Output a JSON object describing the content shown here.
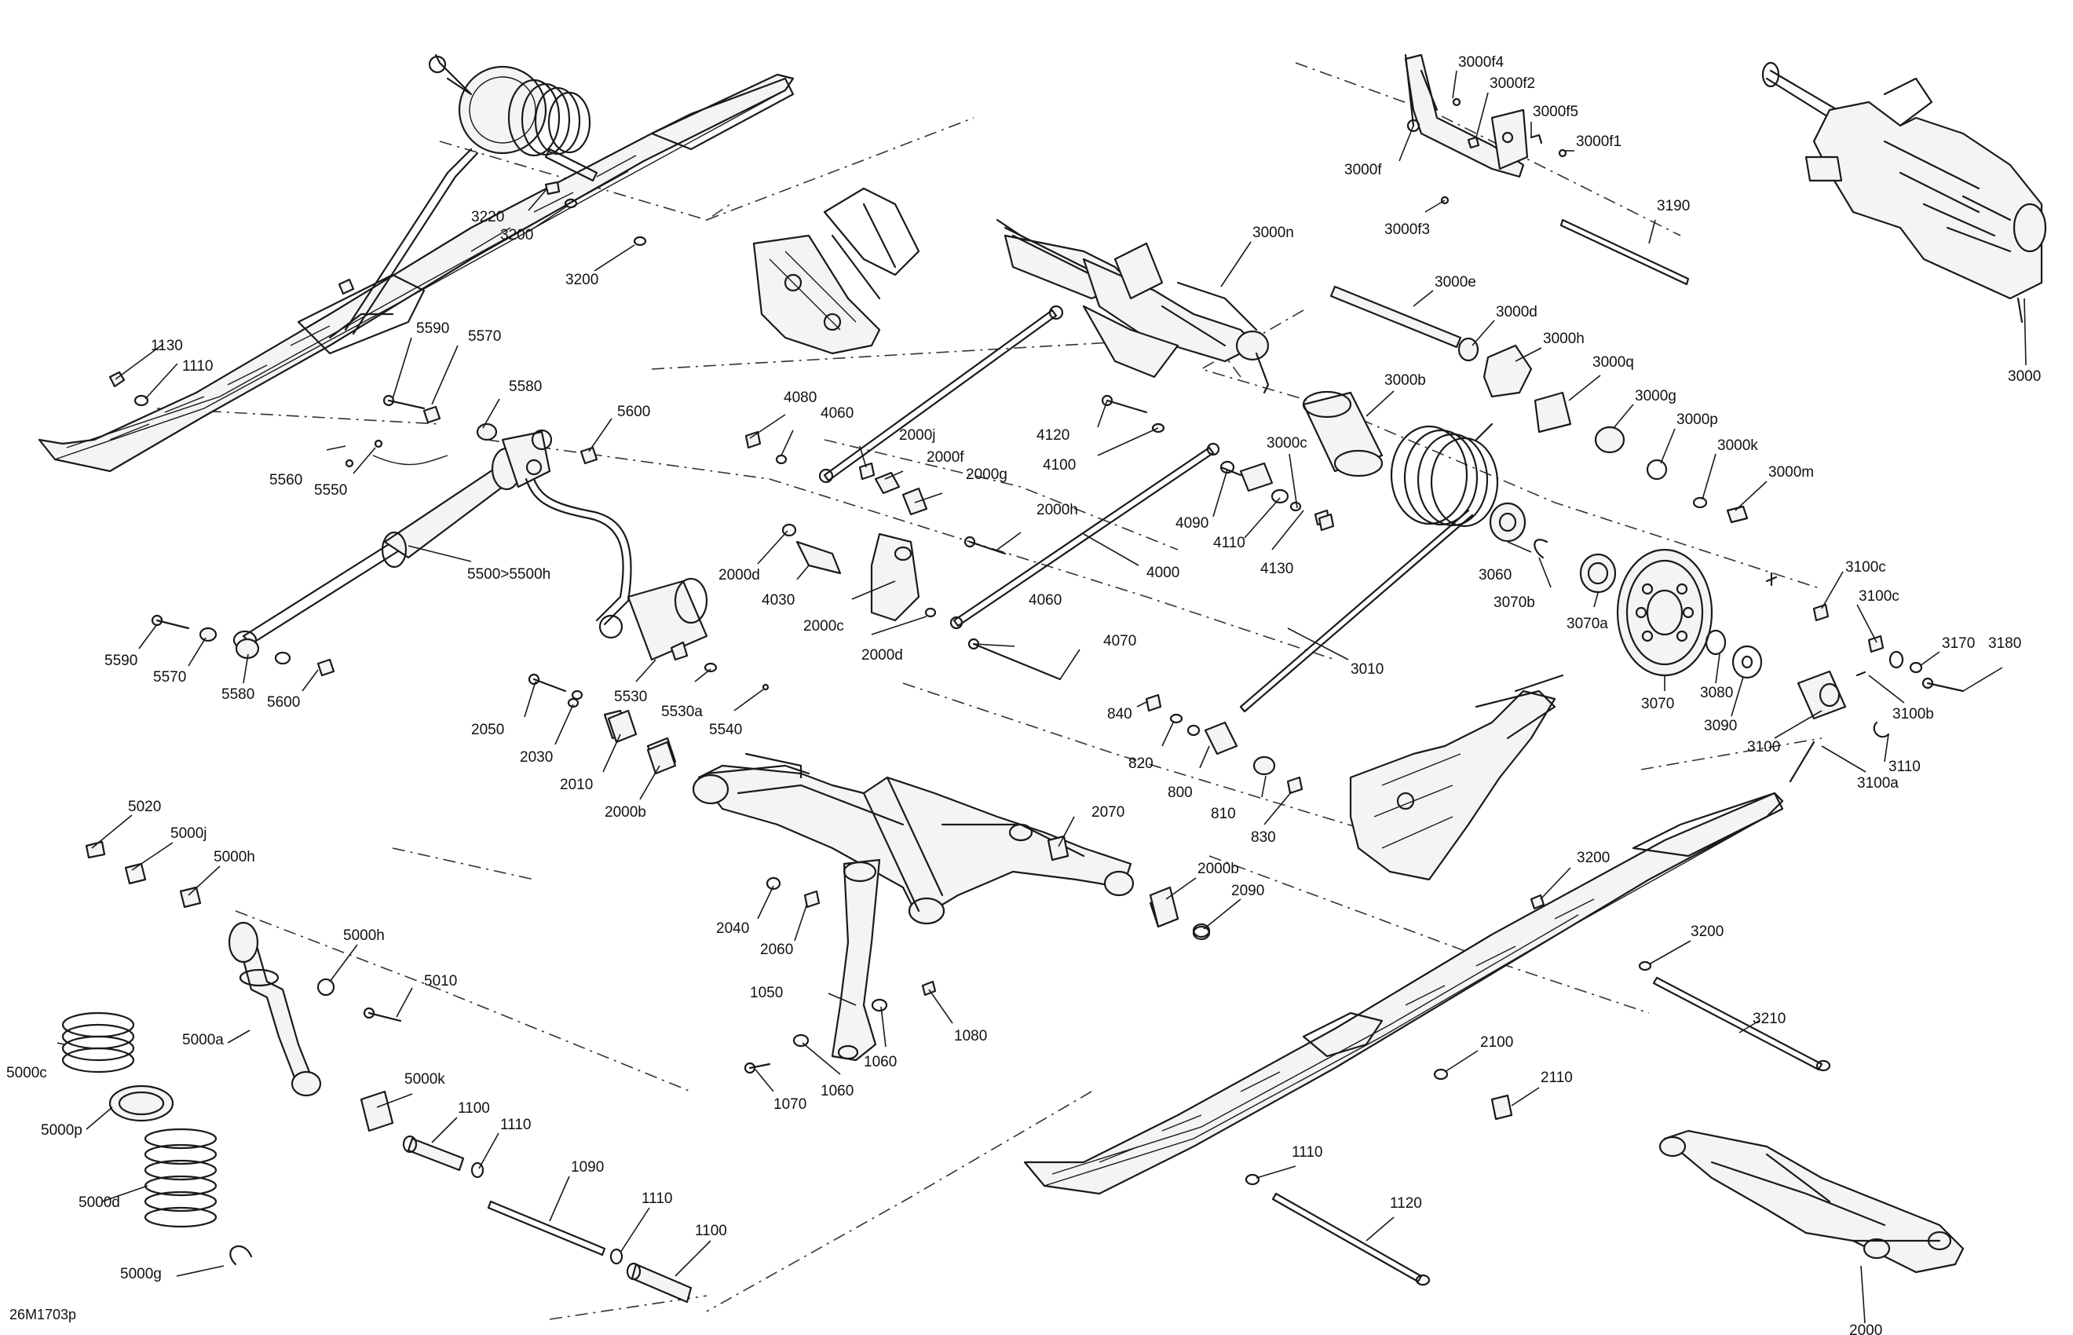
{
  "figure": {
    "reference_code": "26M1703p"
  },
  "labels": [
    {
      "id": "l3220",
      "text": "3220"
    },
    {
      "id": "l3200a",
      "text": "3200"
    },
    {
      "id": "l3200b",
      "text": "3200"
    },
    {
      "id": "l1130",
      "text": "1130"
    },
    {
      "id": "l1110a",
      "text": "1110"
    },
    {
      "id": "l5590a",
      "text": "5590"
    },
    {
      "id": "l5570a",
      "text": "5570"
    },
    {
      "id": "l5580a",
      "text": "5580"
    },
    {
      "id": "l5600a",
      "text": "5600"
    },
    {
      "id": "l5560",
      "text": "5560"
    },
    {
      "id": "l5550",
      "text": "5550"
    },
    {
      "id": "l5500",
      "text": "5500>5500h"
    },
    {
      "id": "l5590b",
      "text": "5590"
    },
    {
      "id": "l5570b",
      "text": "5570"
    },
    {
      "id": "l5580b",
      "text": "5580"
    },
    {
      "id": "l5600b",
      "text": "5600"
    },
    {
      "id": "l5530",
      "text": "5530"
    },
    {
      "id": "l5530a",
      "text": "5530a"
    },
    {
      "id": "l5540",
      "text": "5540"
    },
    {
      "id": "l4080",
      "text": "4080"
    },
    {
      "id": "l4060a",
      "text": "4060"
    },
    {
      "id": "l2000j",
      "text": "2000j"
    },
    {
      "id": "l2000f",
      "text": "2000f"
    },
    {
      "id": "l2000g",
      "text": "2000g"
    },
    {
      "id": "l2000d1",
      "text": "2000d"
    },
    {
      "id": "l4030",
      "text": "4030"
    },
    {
      "id": "l2000c",
      "text": "2000c"
    },
    {
      "id": "l2000d2",
      "text": "2000d"
    },
    {
      "id": "l2000h",
      "text": "2000h"
    },
    {
      "id": "l4060b",
      "text": "4060"
    },
    {
      "id": "l4070",
      "text": "4070"
    },
    {
      "id": "l4120",
      "text": "4120"
    },
    {
      "id": "l4100",
      "text": "4100"
    },
    {
      "id": "l4000",
      "text": "4000"
    },
    {
      "id": "l4090",
      "text": "4090"
    },
    {
      "id": "l4110",
      "text": "4110"
    },
    {
      "id": "l4130",
      "text": "4130"
    },
    {
      "id": "l3000n",
      "text": "3000n"
    },
    {
      "id": "l3000f4",
      "text": "3000f4"
    },
    {
      "id": "l3000f2",
      "text": "3000f2"
    },
    {
      "id": "l3000f5",
      "text": "3000f5"
    },
    {
      "id": "l3000f1",
      "text": "3000f1"
    },
    {
      "id": "l3000f",
      "text": "3000f"
    },
    {
      "id": "l3000f3",
      "text": "3000f3"
    },
    {
      "id": "l3190",
      "text": "3190"
    },
    {
      "id": "l3000",
      "text": "3000"
    },
    {
      "id": "l3000e",
      "text": "3000e"
    },
    {
      "id": "l3000d",
      "text": "3000d"
    },
    {
      "id": "l3000h",
      "text": "3000h"
    },
    {
      "id": "l3000q",
      "text": "3000q"
    },
    {
      "id": "l3000b",
      "text": "3000b"
    },
    {
      "id": "l3000g",
      "text": "3000g"
    },
    {
      "id": "l3000p",
      "text": "3000p"
    },
    {
      "id": "l3000c",
      "text": "3000c"
    },
    {
      "id": "l3000k",
      "text": "3000k"
    },
    {
      "id": "l3000m",
      "text": "3000m"
    },
    {
      "id": "l3060",
      "text": "3060"
    },
    {
      "id": "l3070b",
      "text": "3070b"
    },
    {
      "id": "l3070a",
      "text": "3070a"
    },
    {
      "id": "l3010",
      "text": "3010"
    },
    {
      "id": "l3070",
      "text": "3070"
    },
    {
      "id": "l3080",
      "text": "3080"
    },
    {
      "id": "l3090",
      "text": "3090"
    },
    {
      "id": "l3100c1",
      "text": "3100c"
    },
    {
      "id": "l3100c2",
      "text": "3100c"
    },
    {
      "id": "l3170",
      "text": "3170"
    },
    {
      "id": "l3180",
      "text": "3180"
    },
    {
      "id": "l3100b",
      "text": "3100b"
    },
    {
      "id": "l3100",
      "text": "3100"
    },
    {
      "id": "l3110",
      "text": "3110"
    },
    {
      "id": "l3100a",
      "text": "3100a"
    },
    {
      "id": "l2050",
      "text": "2050"
    },
    {
      "id": "l2030",
      "text": "2030"
    },
    {
      "id": "l2010",
      "text": "2010"
    },
    {
      "id": "l2000b1",
      "text": "2000b"
    },
    {
      "id": "l840",
      "text": "840"
    },
    {
      "id": "l820",
      "text": "820"
    },
    {
      "id": "l800",
      "text": "800"
    },
    {
      "id": "l810",
      "text": "810"
    },
    {
      "id": "l830",
      "text": "830"
    },
    {
      "id": "l2070",
      "text": "2070"
    },
    {
      "id": "l2000b2",
      "text": "2000b"
    },
    {
      "id": "l2090",
      "text": "2090"
    },
    {
      "id": "l2040",
      "text": "2040"
    },
    {
      "id": "l2060",
      "text": "2060"
    },
    {
      "id": "l1050",
      "text": "1050"
    },
    {
      "id": "l1080",
      "text": "1080"
    },
    {
      "id": "l1060a",
      "text": "1060"
    },
    {
      "id": "l1060b",
      "text": "1060"
    },
    {
      "id": "l1070",
      "text": "1070"
    },
    {
      "id": "l5020",
      "text": "5020"
    },
    {
      "id": "l5000j",
      "text": "5000j"
    },
    {
      "id": "l5000h1",
      "text": "5000h"
    },
    {
      "id": "l5000h2",
      "text": "5000h"
    },
    {
      "id": "l5010",
      "text": "5010"
    },
    {
      "id": "l5000a",
      "text": "5000a"
    },
    {
      "id": "l5000c",
      "text": "5000c"
    },
    {
      "id": "l5000p",
      "text": "5000p"
    },
    {
      "id": "l5000k",
      "text": "5000k"
    },
    {
      "id": "l1100a",
      "text": "1100"
    },
    {
      "id": "l1110b",
      "text": "1110"
    },
    {
      "id": "l5000d",
      "text": "5000d"
    },
    {
      "id": "l1090",
      "text": "1090"
    },
    {
      "id": "l1110c",
      "text": "1110"
    },
    {
      "id": "l1100b",
      "text": "1100"
    },
    {
      "id": "l5000g",
      "text": "5000g"
    },
    {
      "id": "l3200c",
      "text": "3200"
    },
    {
      "id": "l3200d",
      "text": "3200"
    },
    {
      "id": "l3210",
      "text": "3210"
    },
    {
      "id": "l2100",
      "text": "2100"
    },
    {
      "id": "l2110",
      "text": "2110"
    },
    {
      "id": "l1110d",
      "text": "1110"
    },
    {
      "id": "l1120",
      "text": "1120"
    },
    {
      "id": "l2000",
      "text": "2000"
    }
  ]
}
